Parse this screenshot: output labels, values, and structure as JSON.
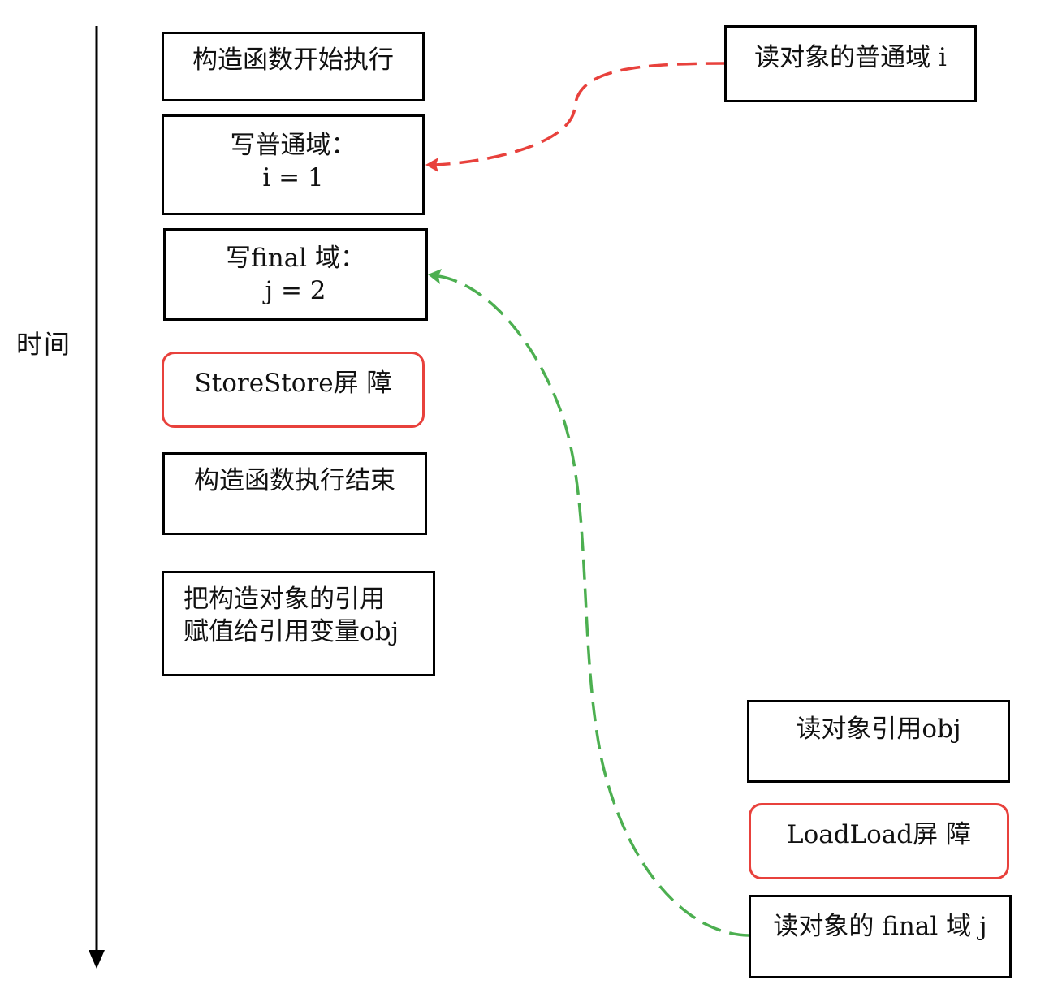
{
  "axis": {
    "label": "时间"
  },
  "colors": {
    "box_border": "#000000",
    "barrier_border": "#e8413c",
    "red_arrow": "#e8413c",
    "green_arrow": "#4caf50"
  },
  "writer_steps": [
    {
      "lines": [
        "构造函数开始执行"
      ]
    },
    {
      "lines": [
        "写普通域：",
        "i = 1"
      ]
    },
    {
      "lines": [
        "写final 域：",
        "j = 2"
      ]
    },
    {
      "lines": [
        "StoreStore屏 障"
      ],
      "barrier": true
    },
    {
      "lines": [
        "构造函数执行结束"
      ]
    },
    {
      "lines": [
        "把构造对象的引用",
        "赋值给引用变量obj"
      ]
    }
  ],
  "reader_steps": [
    {
      "lines": [
        "读对象的普通域 i"
      ]
    },
    {
      "lines": [
        "读对象引用obj"
      ]
    },
    {
      "lines": [
        "LoadLoad屏 障"
      ],
      "barrier": true
    },
    {
      "lines": [
        "读对象的 final 域 j"
      ]
    }
  ],
  "arrows": [
    {
      "from": "读对象的普通域 i",
      "to": "写普通域：",
      "style": "dashed",
      "color_key": "red_arrow"
    },
    {
      "from": "读对象的 final 域 j",
      "to": "写final 域：",
      "style": "dashed",
      "color_key": "green_arrow"
    }
  ]
}
